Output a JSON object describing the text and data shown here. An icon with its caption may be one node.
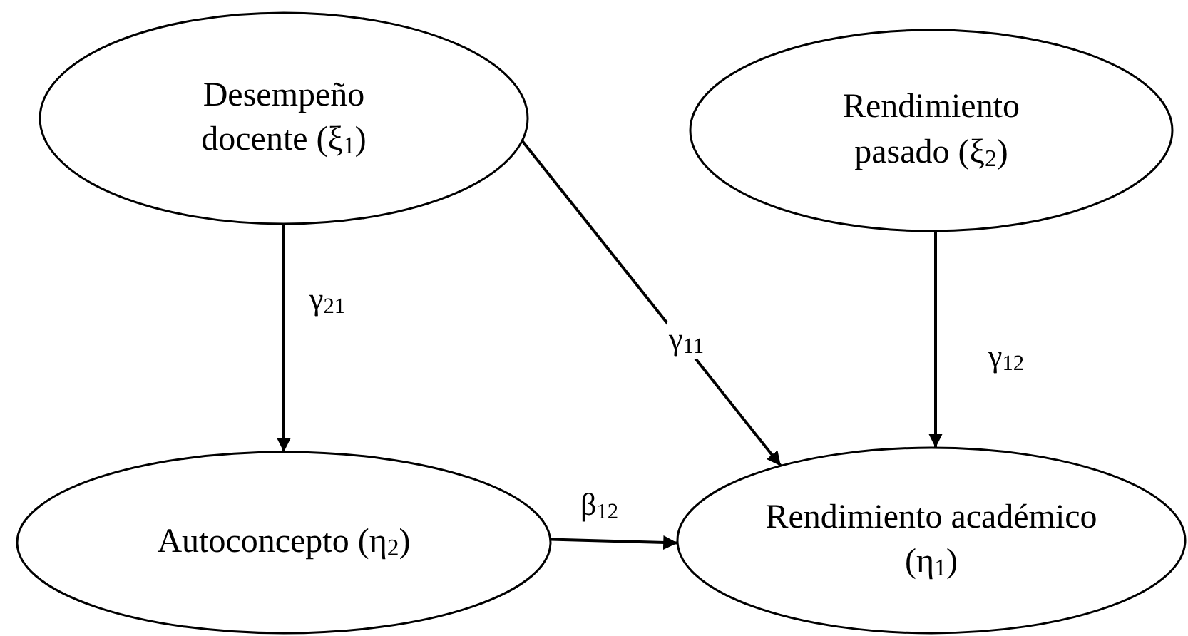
{
  "diagram": {
    "nodes": [
      {
        "text": [
          "Desempeño docente (ξ$_{1}$)"
        ]
      },
      {
        "text": [
          "Rendimiento pasado (ξ$_{2}$)"
        ]
      },
      {
        "text": [
          "Autoconcepto (η$_{2}$)"
        ]
      },
      {
        "text": [
          "Rendimiento académico (η$_{1}$)"
        ]
      }
    ],
    "edges": [
      {
        "from": 0,
        "to": 2,
        "arrow": "to",
        "label": "γ$_{21}$"
      },
      {
        "from": 0,
        "to": 3,
        "arrow": "to",
        "label": "γ$_{11}$"
      },
      {
        "from": 1,
        "to": 3,
        "arrow": "to",
        "label": "γ$_{12}$"
      },
      {
        "from": 2,
        "to": 3,
        "arrow": "to",
        "label": "β$_{12}$"
      }
    ]
  }
}
